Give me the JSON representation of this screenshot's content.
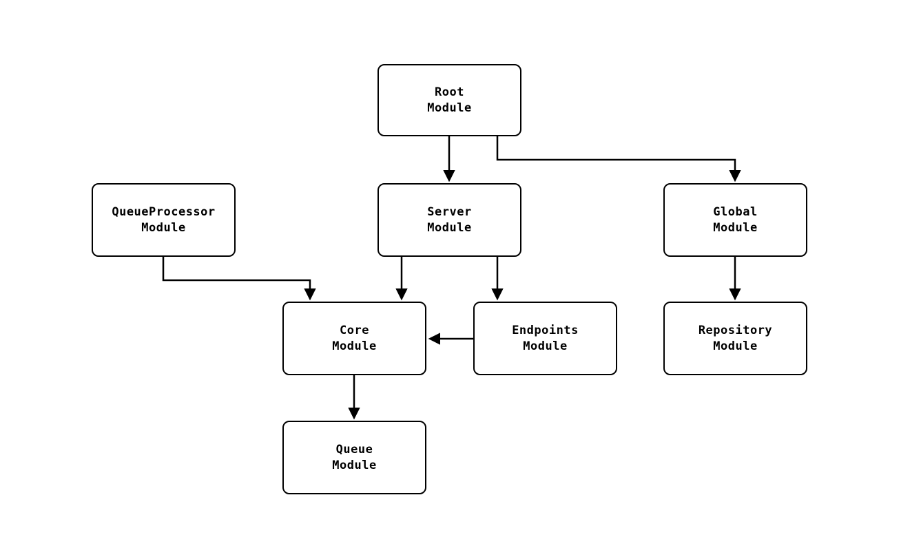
{
  "diagram": {
    "type": "module-dependency-diagram",
    "nodes": {
      "root": {
        "label": "Root\nModule"
      },
      "queueprocessor": {
        "label": "QueueProcessor\nModule"
      },
      "server": {
        "label": "Server\nModule"
      },
      "global": {
        "label": "Global\nModule"
      },
      "core": {
        "label": "Core\nModule"
      },
      "endpoints": {
        "label": "Endpoints\nModule"
      },
      "repository": {
        "label": "Repository\nModule"
      },
      "queue": {
        "label": "Queue\nModule"
      }
    },
    "edges": [
      {
        "from": "root",
        "to": "server"
      },
      {
        "from": "root",
        "to": "global"
      },
      {
        "from": "queueprocessor",
        "to": "core"
      },
      {
        "from": "server",
        "to": "core"
      },
      {
        "from": "server",
        "to": "endpoints"
      },
      {
        "from": "global",
        "to": "repository"
      },
      {
        "from": "endpoints",
        "to": "core"
      },
      {
        "from": "core",
        "to": "queue"
      }
    ],
    "colors": {
      "node_fill": "#ffffff",
      "node_border": "#000000",
      "edge": "#000000",
      "background": "#ffffff"
    }
  }
}
